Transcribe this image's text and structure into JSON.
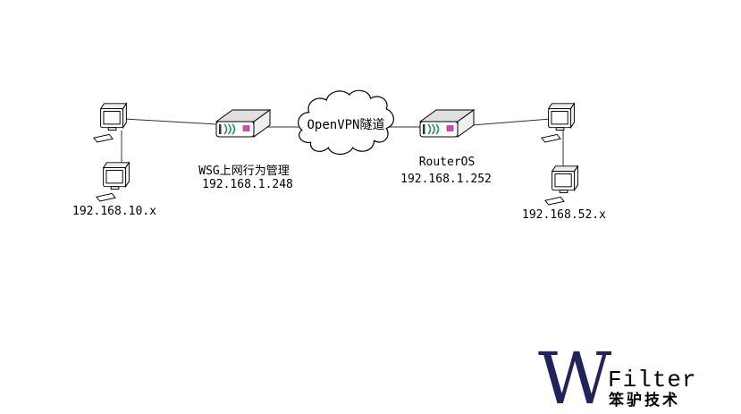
{
  "diagram": {
    "cloud": {
      "label": "OpenVPN隧道"
    },
    "wsg": {
      "name": "WSG上网行为管理",
      "ip": "192.168.1.248"
    },
    "routeros": {
      "name": "RouterOS",
      "ip": "192.168.1.252"
    },
    "left_network": {
      "label": "192.168.10.x"
    },
    "right_network": {
      "label": "192.168.52.x"
    }
  },
  "logo": {
    "mark": "W",
    "name": "Filter",
    "subtitle": "笨驴技术"
  },
  "colors": {
    "line": "#333333",
    "logo_navy": "#22225c",
    "router_green": "#1a9850",
    "router_magenta": "#e040c0",
    "background": "#ffffff"
  }
}
